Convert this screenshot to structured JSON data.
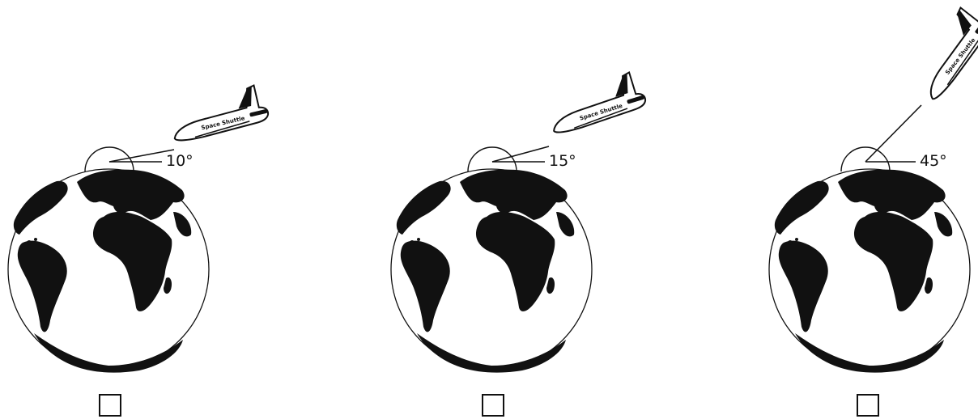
{
  "options": [
    {
      "angle_label": "10°",
      "checked": false,
      "shuttle_text": "Space Shuttle"
    },
    {
      "angle_label": "15°",
      "checked": false,
      "shuttle_text": "Space Shuttle"
    },
    {
      "angle_label": "45°",
      "checked": false,
      "shuttle_text": "Space Shuttle"
    }
  ],
  "colors": {
    "ink": "#111111",
    "background": "#ffffff"
  },
  "icons": {
    "globe": "earth-globe-icon",
    "shuttle": "space-shuttle-icon",
    "checkbox": "empty-checkbox"
  }
}
